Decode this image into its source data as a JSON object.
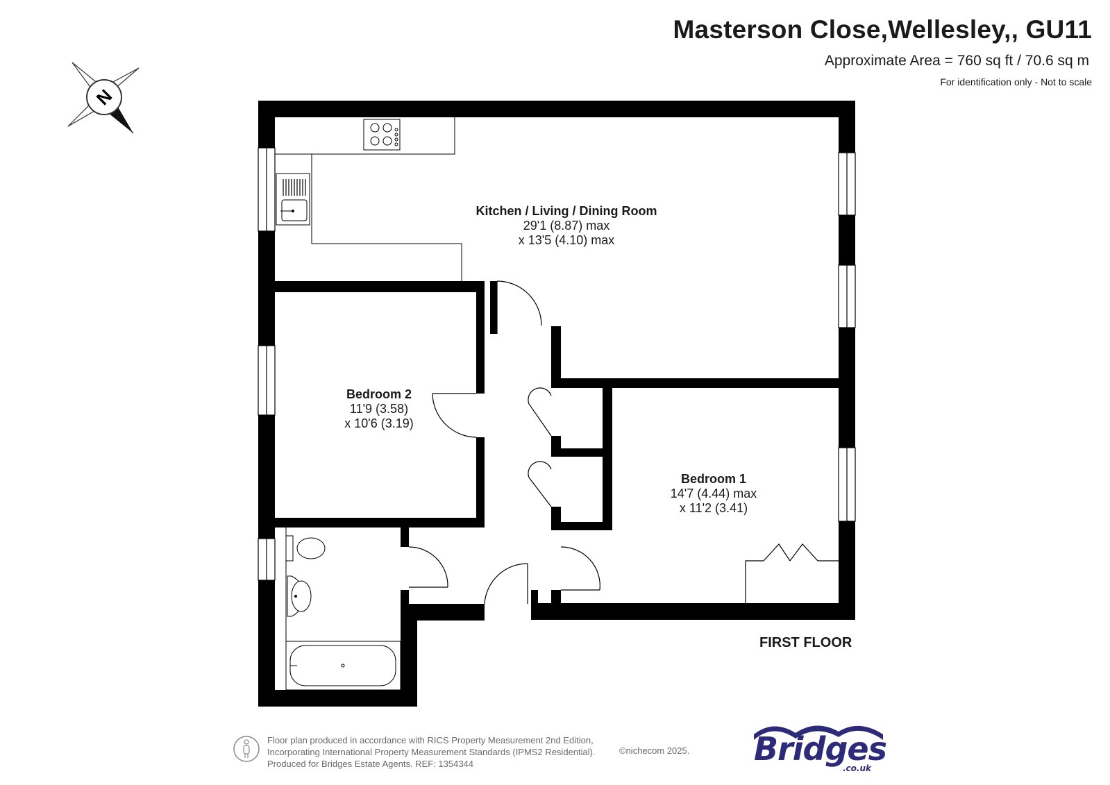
{
  "header": {
    "title": "Masterson Close,Wellesley,, GU11",
    "area": "Approximate Area = 760 sq ft / 70.6 sq m",
    "note": "For identification only - Not to scale"
  },
  "compass": {
    "letter": "N"
  },
  "floor": {
    "label": "FIRST FLOOR"
  },
  "rooms": [
    {
      "name": "Kitchen / Living / Dining Room",
      "dim1": "29'1 (8.87) max",
      "dim2": "x 13'5 (4.10) max"
    },
    {
      "name": "Bedroom 2",
      "dim1": "11'9 (3.58)",
      "dim2": "x 10'6 (3.19)"
    },
    {
      "name": "Bedroom 1",
      "dim1": "14'7 (4.44) max",
      "dim2": "x 11'2 (3.41)"
    }
  ],
  "footer": {
    "line1": "Floor plan produced in accordance with RICS Property Measurement 2nd Edition,",
    "line2": "Incorporating International Property Measurement Standards (IPMS2 Residential).",
    "line3": "Produced for Bridges Estate Agents.    REF: 1354344",
    "copyright": "©nichecom 2025."
  },
  "logo": {
    "name": "Bridges",
    "suffix": ".co.uk",
    "color": "#2d2a7a"
  }
}
